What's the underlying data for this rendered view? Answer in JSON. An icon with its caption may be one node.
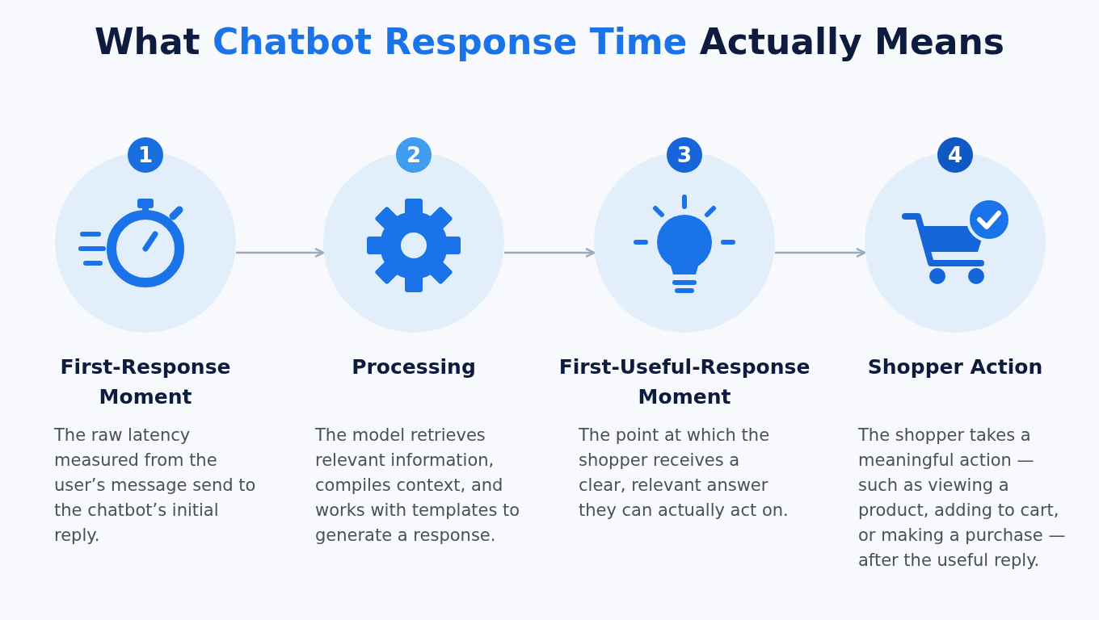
{
  "diagram": {
    "title": "What **Chatbot Response Time** Actually Means",
    "nodes": [
      {
        "text": [
          "1"
        ]
      },
      {
        "text": [],
        "shape": "circle",
        "beside": [
          "First-Response Moment",
          "The raw latency measured from the user’s message send to the chatbot’s initial reply."
        ]
      },
      {
        "text": [
          "2"
        ]
      },
      {
        "text": [],
        "shape": "circle",
        "beside": [
          "Processing",
          "The model retrieves relevant information, compiles context, and works with templates to generate a response."
        ]
      },
      {
        "text": [
          "3"
        ]
      },
      {
        "text": [],
        "shape": "circle",
        "beside": [
          "First-Useful-Response Moment",
          "The point at which the shopper receives a clear, relevant answer they can actually act on."
        ]
      },
      {
        "text": [
          "4"
        ]
      },
      {
        "text": [],
        "shape": "circle",
        "beside": [
          "Shopper Action",
          "The shopper takes a meaningful action — such as viewing a product, adding to cart, or making a purchase — after the useful reply."
        ]
      }
    ],
    "edges": [
      {
        "from": 1,
        "to": 3,
        "arrow": "to"
      },
      {
        "from": 3,
        "to": 5,
        "arrow": "to"
      },
      {
        "from": 5,
        "to": 7,
        "arrow": "to"
      }
    ]
  }
}
